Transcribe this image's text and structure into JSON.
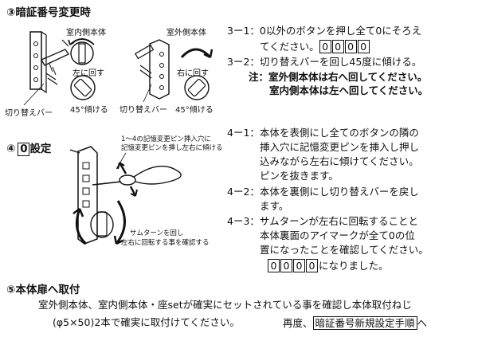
{
  "section3": {
    "heading": "③暗証番号変更時",
    "label_indoor": "室内側本体",
    "label_outdoor": "室外側本体",
    "label_turn_left": "左に回す",
    "label_turn_right": "右に回す",
    "label_switch_bar_1": "切り替えバー",
    "label_switch_bar_2": "切り替えバー",
    "label_tilt_1": "45°傾ける",
    "label_tilt_2": "45°傾ける",
    "step1_num": "3ー1：",
    "step1_line1": "0以外のボタンを押し全て0にそろえ",
    "step1_line2": "てください。",
    "step2_num": "3ー2：",
    "step2_line1": "切り替えバーを回し45度に傾ける。",
    "note_prefix": "注：",
    "note_line1": "室外側本体は右へ回してください。",
    "note_line2": "室内側本体は左へ回してください。"
  },
  "section4": {
    "heading_prefix": "④",
    "heading_box": "0",
    "heading_suffix": "設定",
    "callout_line1": "1～4の記憶変更ピン挿入穴に",
    "callout_line2": "記憶変更ピンを挿し左右に傾ける",
    "thumbturn_line1": "サムターンを回し",
    "thumbturn_line2": "左右に回転する事を確認する",
    "step1_num": "4ー1：",
    "step1_line1": "本体を表側にし全てのボタンの隣の",
    "step1_line2": "挿入穴に記憶変更ピンを挿入し押し",
    "step1_line3": "込みながら左右に傾けてください。",
    "step1_line4": "ピンを抜きます。",
    "step2_num": "4ー2：",
    "step2_line1": "本体を裏側にし切り替えバーを戻し",
    "step2_line2": "ます。",
    "step3_num": "4ー3：",
    "step3_line1": "サムターンが左右に回転することと",
    "step3_line2": "本体裏面のアイマークが全て0の位",
    "step3_line3": "置になったことを確認してください。",
    "result_suffix": "になりました。"
  },
  "code_digits": [
    "0",
    "0",
    "0",
    "0"
  ],
  "section5": {
    "heading": "⑤本体扉へ取付",
    "line1": "室外側本体、室内側本体・座setが確実にセットされている事を確認し本体取付ねじ",
    "line2": "(φ5×50)2本で確実に取付けてください。",
    "again_prefix": "再度、",
    "again_box": "暗証番号新規設定手順",
    "again_suffix": "へ"
  }
}
